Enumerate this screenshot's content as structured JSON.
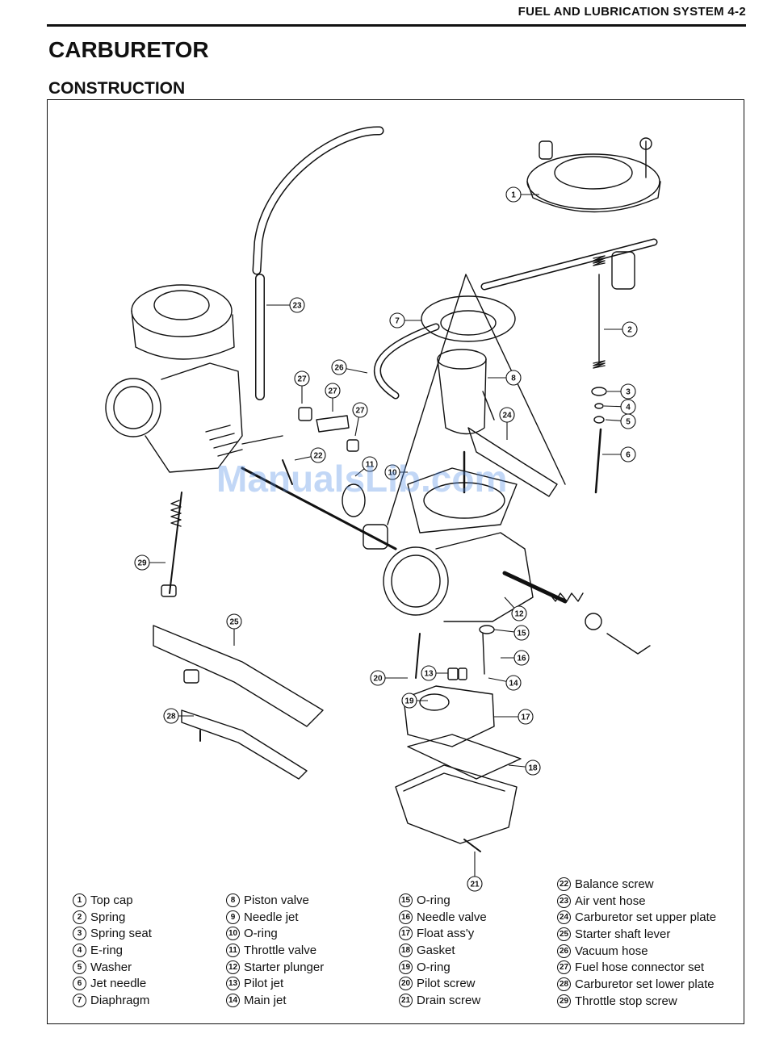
{
  "header": {
    "running_head": "FUEL AND LUBRICATION SYSTEM 4-2"
  },
  "title": "CARBURETOR",
  "section": "CONSTRUCTION",
  "watermark": "ManualsLib.com",
  "legend": {
    "col1": [
      {
        "num": "1",
        "label": "Top cap"
      },
      {
        "num": "2",
        "label": "Spring"
      },
      {
        "num": "3",
        "label": "Spring seat"
      },
      {
        "num": "4",
        "label": "E-ring"
      },
      {
        "num": "5",
        "label": "Washer"
      },
      {
        "num": "6",
        "label": "Jet needle"
      },
      {
        "num": "7",
        "label": "Diaphragm"
      }
    ],
    "col2": [
      {
        "num": "8",
        "label": "Piston valve"
      },
      {
        "num": "9",
        "label": "Needle jet"
      },
      {
        "num": "10",
        "label": "O-ring"
      },
      {
        "num": "11",
        "label": "Throttle valve"
      },
      {
        "num": "12",
        "label": "Starter plunger"
      },
      {
        "num": "13",
        "label": "Pilot jet"
      },
      {
        "num": "14",
        "label": "Main jet"
      }
    ],
    "col3": [
      {
        "num": "15",
        "label": "O-ring"
      },
      {
        "num": "16",
        "label": "Needle valve"
      },
      {
        "num": "17",
        "label": "Float ass'y"
      },
      {
        "num": "18",
        "label": "Gasket"
      },
      {
        "num": "19",
        "label": "O-ring"
      },
      {
        "num": "20",
        "label": "Pilot screw"
      },
      {
        "num": "21",
        "label": "Drain screw"
      }
    ],
    "col4": [
      {
        "num": "22",
        "label": "Balance screw"
      },
      {
        "num": "23",
        "label": "Air vent hose"
      },
      {
        "num": "24",
        "label": "Carburetor set upper plate"
      },
      {
        "num": "25",
        "label": "Starter shaft lever"
      },
      {
        "num": "26",
        "label": "Vacuum hose"
      },
      {
        "num": "27",
        "label": "Fuel hose connector set"
      },
      {
        "num": "28",
        "label": "Carburetor set lower plate"
      },
      {
        "num": "29",
        "label": "Throttle stop screw"
      }
    ]
  },
  "callouts": [
    "1",
    "2",
    "3",
    "4",
    "5",
    "6",
    "7",
    "8",
    "10",
    "11",
    "12",
    "13",
    "14",
    "15",
    "16",
    "17",
    "18",
    "19",
    "20",
    "21",
    "22",
    "23",
    "24",
    "25",
    "26",
    "27",
    "27",
    "27",
    "28",
    "29"
  ]
}
